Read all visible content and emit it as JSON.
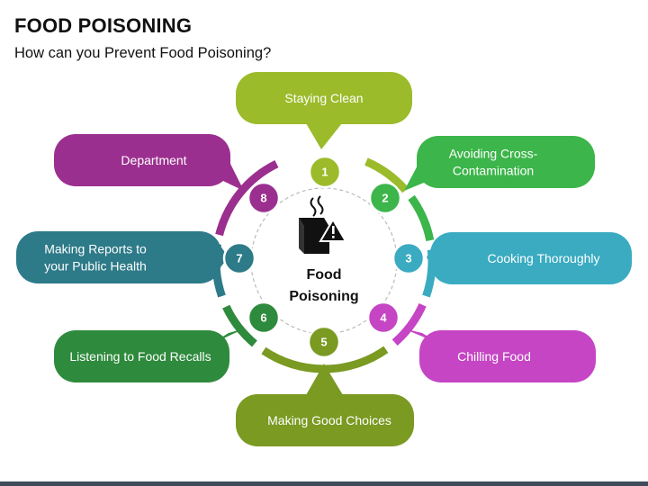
{
  "header": {
    "title": "FOOD POISONING",
    "subtitle": "How can you Prevent Food Poisoning?"
  },
  "center": {
    "line1": "Food",
    "line2": "Poisoning",
    "icon": "food-box-warning-icon"
  },
  "steps": [
    {
      "number": "1",
      "lines": [
        "Staying Clean"
      ],
      "color": "#9bbb2a"
    },
    {
      "number": "2",
      "lines": [
        "Avoiding Cross-",
        "Contamination"
      ],
      "color": "#3cb54a"
    },
    {
      "number": "3",
      "lines": [
        "Cooking Thoroughly"
      ],
      "color": "#3aabc1"
    },
    {
      "number": "4",
      "lines": [
        "Chilling Food"
      ],
      "color": "#c545c4"
    },
    {
      "number": "5",
      "lines": [
        "Making Good Choices"
      ],
      "color": "#7a9a22"
    },
    {
      "number": "6",
      "lines": [
        "Listening to Food Recalls"
      ],
      "color": "#2e8a3c"
    },
    {
      "number": "7",
      "lines": [
        "Making Reports to",
        "your Public Health"
      ],
      "color": "#2d7a88"
    },
    {
      "number": "8",
      "lines": [
        "Department"
      ],
      "color": "#9b2f8f"
    }
  ]
}
